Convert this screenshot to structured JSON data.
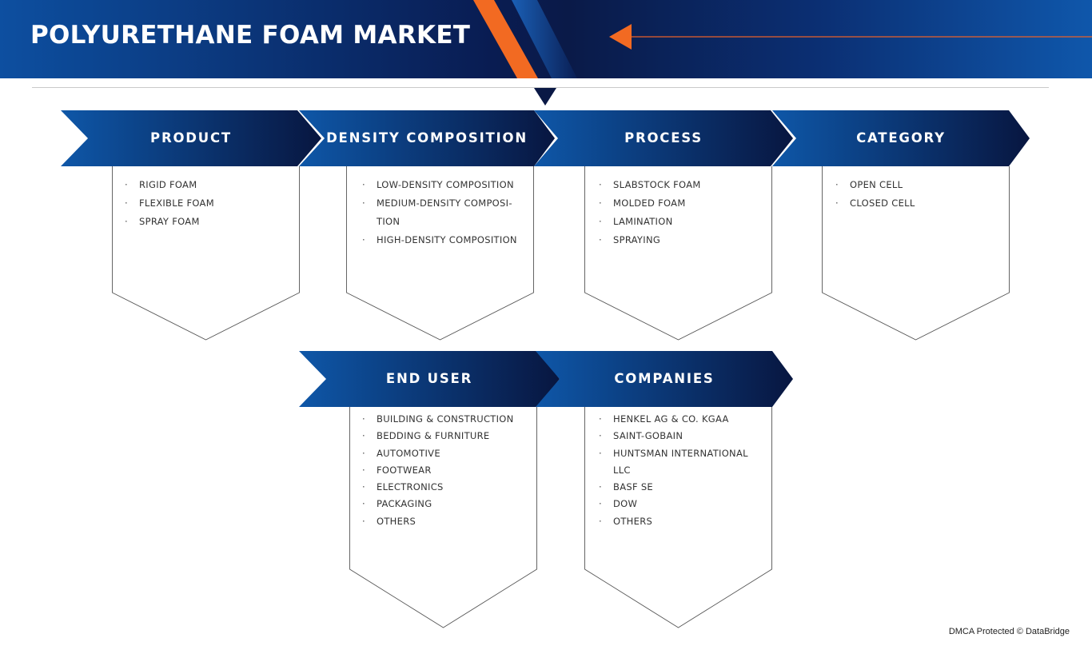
{
  "header": {
    "title": "POLYURETHANE FOAM MARKET"
  },
  "segments": [
    {
      "title": "PRODUCT",
      "items": [
        "RIGID FOAM",
        "FLEXIBLE FOAM",
        "SPRAY FOAM"
      ]
    },
    {
      "title": "DENSITY COMPOSITION",
      "items": [
        "LOW-DENSITY COMPOSITION",
        "MEDIUM-DENSITY COMPOSI-TION",
        "HIGH-DENSITY COMPOSITION"
      ]
    },
    {
      "title": "PROCESS",
      "items": [
        "SLABSTOCK FOAM",
        "MOLDED FOAM",
        "LAMINATION",
        "SPRAYING"
      ]
    },
    {
      "title": "CATEGORY",
      "items": [
        "OPEN CELL",
        "CLOSED CELL"
      ]
    },
    {
      "title": "END USER",
      "items": [
        "BUILDING & CONSTRUCTION",
        "BEDDING & FURNITURE",
        "AUTOMOTIVE",
        "FOOTWEAR",
        "ELECTRONICS",
        "PACKAGING",
        "OTHERS"
      ]
    },
    {
      "title": "COMPANIES",
      "items": [
        "HENKEL AG & CO. KGAA",
        "SAINT-GOBAIN",
        "HUNTSMAN INTERNATIONAL LLC",
        "BASF SE",
        "DOW",
        "OTHERS"
      ]
    }
  ],
  "footer": {
    "text": "DMCA Protected © DataBridge"
  },
  "colors": {
    "navy": "#0a1845",
    "blue": "#0e57a8",
    "orange": "#f26a22"
  }
}
